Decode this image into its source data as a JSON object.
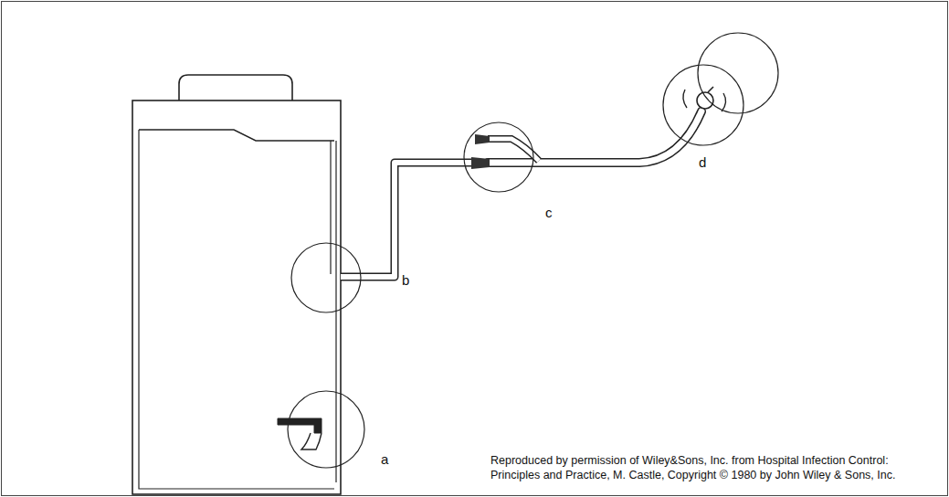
{
  "diagram": {
    "caption": "Reproduced by permission of Wiley&Sons, Inc. from Hospital Infection Control: Principles and Practice, M. Castle, Copyright © 1980 by John Wiley & Sons, Inc.",
    "labels": [
      "a",
      "b",
      "c",
      "d"
    ]
  }
}
